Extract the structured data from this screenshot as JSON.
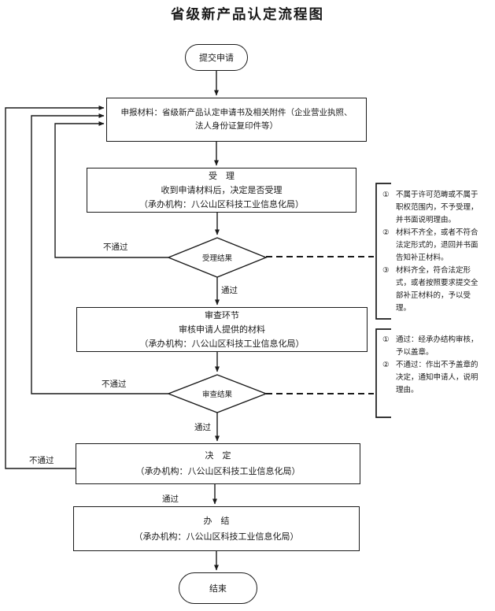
{
  "title": "省级新产品认定流程图",
  "flow": {
    "start": "提交申请",
    "materials": "申报材料：省级新产品认定申请书及相关附件（企业营业执照、法人身份证复印件等）",
    "accept": {
      "line1": "受　理",
      "line2": "收到申请材料后，决定是否受理",
      "line3": "（承办机构：八公山区科技工业信息化局）"
    },
    "accept_result": "受理结果",
    "review": {
      "line1": "审查环节",
      "line2": "审核申请人提供的材料",
      "line3": "（承办机构：八公山区科技工业信息化局）"
    },
    "review_result": "审查结果",
    "decision": {
      "line1": "决　定",
      "line2": "（承办机构：八公山区科技工业信息化局）"
    },
    "complete": {
      "line1": "办　结",
      "line2": "（承办机构：八公山区科技工业信息化局）"
    },
    "end": "结束",
    "labels": {
      "pass": "通过",
      "fail": "不通过"
    }
  },
  "notes": {
    "accept_notes": [
      {
        "num": "①",
        "text": "不属于许可范畴或不属于职权范围内，不予受理，并书面说明理由。"
      },
      {
        "num": "②",
        "text": "材料不齐全，或者不符合法定形式的，退回并书面告知补正材料。"
      },
      {
        "num": "③",
        "text": "材料齐全，符合法定形式，或者按照要求提交全部补正材料的，予以受理。"
      }
    ],
    "review_notes": [
      {
        "num": "①",
        "text": "通过：经承办结构审核，予以盖章。"
      },
      {
        "num": "②",
        "text": "不通过：作出不予盖章的决定，通知申请人，说明理由。"
      }
    ]
  },
  "colors": {
    "line": "#1a1a1a",
    "background": "#ffffff"
  }
}
